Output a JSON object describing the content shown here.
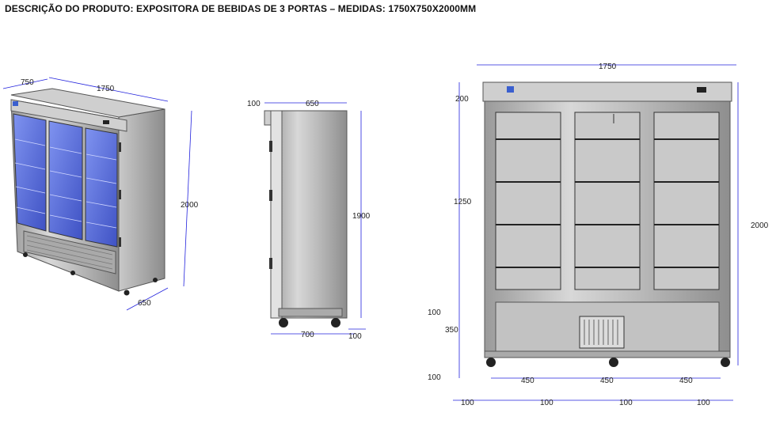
{
  "title": "DESCRIÇÃO  DO PRODUTO:  EXPOSITORA DE BEBIDAS DE 3 PORTAS – MEDIDAS: 1750X750X2000MM",
  "colors": {
    "dimension_line": "#2222dd",
    "glass": "#5a6fd8",
    "steel": "#b8b8b8"
  },
  "perspective_view": {
    "depth": "750",
    "width": "1750",
    "height": "2000",
    "base_depth": "650"
  },
  "side_view": {
    "top_offset": "100",
    "depth": "650",
    "height": "1900",
    "base_depth": "700",
    "base_offset": "100"
  },
  "front_view": {
    "width": "1750",
    "top_band": "200",
    "door_height": "1250",
    "gap": "100",
    "base_height": "350",
    "foot": "100",
    "total_height": "2000",
    "door_width": "450",
    "door_margin": "100"
  }
}
